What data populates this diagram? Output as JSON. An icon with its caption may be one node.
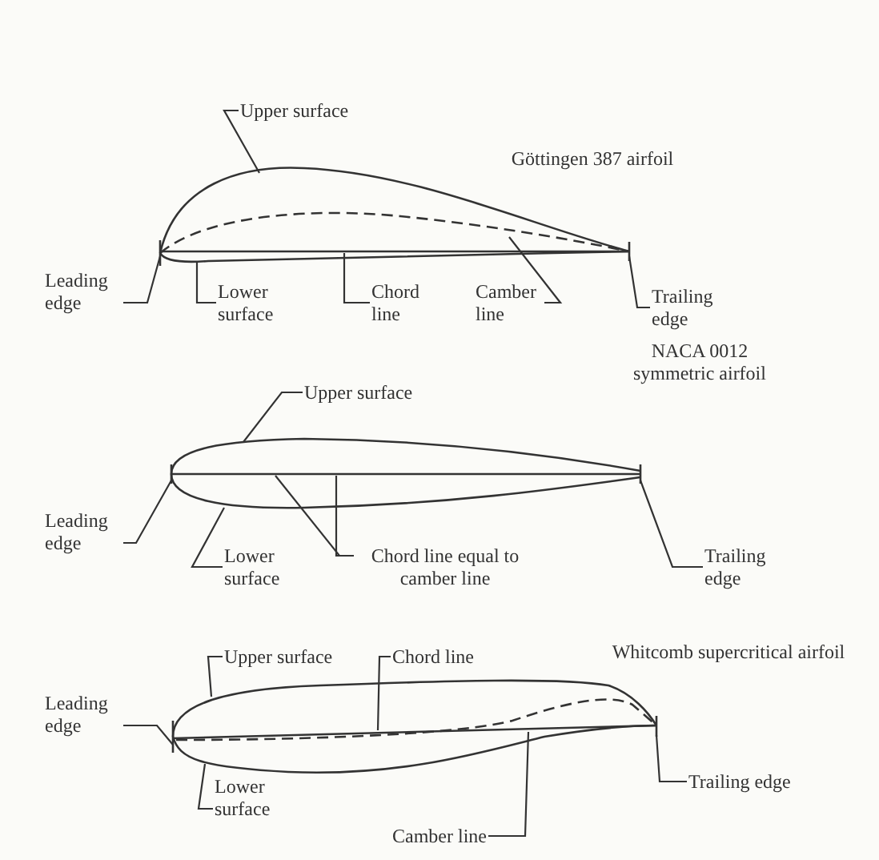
{
  "diagram": {
    "nodes": [
      {
        "text": [
          "Upper surface"
        ]
      },
      {
        "text": [
          "Leading edge"
        ]
      },
      {
        "text": [
          "Lower surface"
        ]
      },
      {
        "text": [
          "Chord line"
        ]
      },
      {
        "text": [
          "Camber line"
        ]
      },
      {
        "text": [
          "Trailing edge"
        ]
      },
      {
        "text": [
          "Upper surface"
        ]
      },
      {
        "text": [
          "Leading edge"
        ]
      },
      {
        "text": [
          "Lower surface"
        ]
      },
      {
        "text": [
          "Chord line equal to camber line"
        ]
      },
      {
        "text": [
          "Trailing edge"
        ]
      },
      {
        "text": [
          "Upper surface"
        ]
      },
      {
        "text": [
          "Chord line"
        ]
      },
      {
        "text": [
          "Leading edge"
        ]
      },
      {
        "text": [
          "Lower surface"
        ]
      },
      {
        "text": [
          "Camber line"
        ]
      },
      {
        "text": [
          "Trailing edge"
        ]
      },
      {
        "text": [],
        "shape": "picture"
      },
      {
        "text": [],
        "shape": "picture"
      },
      {
        "text": [],
        "shape": "picture"
      }
    ],
    "edges": [
      {
        "from": 0,
        "to": 17,
        "arrow": "none"
      },
      {
        "from": 1,
        "to": 17,
        "arrow": "none"
      },
      {
        "from": 2,
        "to": 17,
        "arrow": "none"
      },
      {
        "from": 3,
        "to": 17,
        "arrow": "none"
      },
      {
        "from": 4,
        "to": 17,
        "arrow": "none"
      },
      {
        "from": 5,
        "to": 17,
        "arrow": "none"
      },
      {
        "from": 6,
        "to": 18,
        "arrow": "none"
      },
      {
        "from": 7,
        "to": 18,
        "arrow": "none"
      },
      {
        "from": 8,
        "to": 18,
        "arrow": "none"
      },
      {
        "from": 9,
        "to": 18,
        "arrow": "none"
      },
      {
        "from": 9,
        "to": 18,
        "arrow": "none"
      },
      {
        "from": 10,
        "to": 18,
        "arrow": "none"
      },
      {
        "from": 11,
        "to": 19,
        "arrow": "none"
      },
      {
        "from": 12,
        "to": 19,
        "arrow": "none"
      },
      {
        "from": 13,
        "to": 19,
        "arrow": "none"
      },
      {
        "from": 14,
        "to": 19,
        "arrow": "none"
      },
      {
        "from": 15,
        "to": 19,
        "arrow": "none"
      },
      {
        "from": 16,
        "to": 19,
        "arrow": "none"
      }
    ],
    "labels": [
      "Göttingen 387 airfoil",
      "NACA 0012 symmetric airfoil",
      "Whitcomb supercritical airfoil"
    ]
  }
}
